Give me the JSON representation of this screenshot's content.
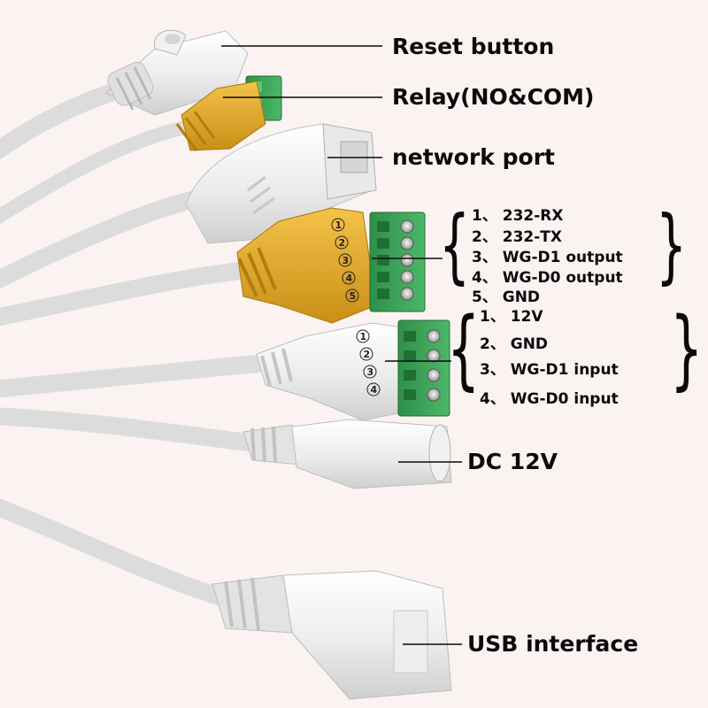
{
  "labels": {
    "reset": "Reset button",
    "relay": "Relay(NO&COM)",
    "network": "network port",
    "dc": "DC 12V",
    "usb": "USB interface"
  },
  "terminal5": [
    "1、 232-RX",
    "2、 232-TX",
    "3、 WG-D1 output",
    "4、 WG-D0 output",
    "5、 GND"
  ],
  "terminal4": [
    "1、 12V",
    "2、 GND",
    "3、 WG-D1 input",
    "4、 WG-D0 input"
  ],
  "connector5_numbers": [
    "1",
    "2",
    "3",
    "4",
    "5"
  ],
  "connector4_numbers": [
    "1",
    "2",
    "3",
    "4"
  ],
  "brace_open": "{",
  "brace_close": "}",
  "colors": {
    "background": "#fbf3f2",
    "cable": "#e6e6e6",
    "yellow_housing": "#e3aa2a",
    "green_terminal": "#3aa05a",
    "text": "#0a0a0a"
  },
  "icons": [
    "reset-button-cap",
    "rj45-network-jack",
    "dc-barrel-jack",
    "usb-a-female-socket",
    "terminal-screw"
  ]
}
